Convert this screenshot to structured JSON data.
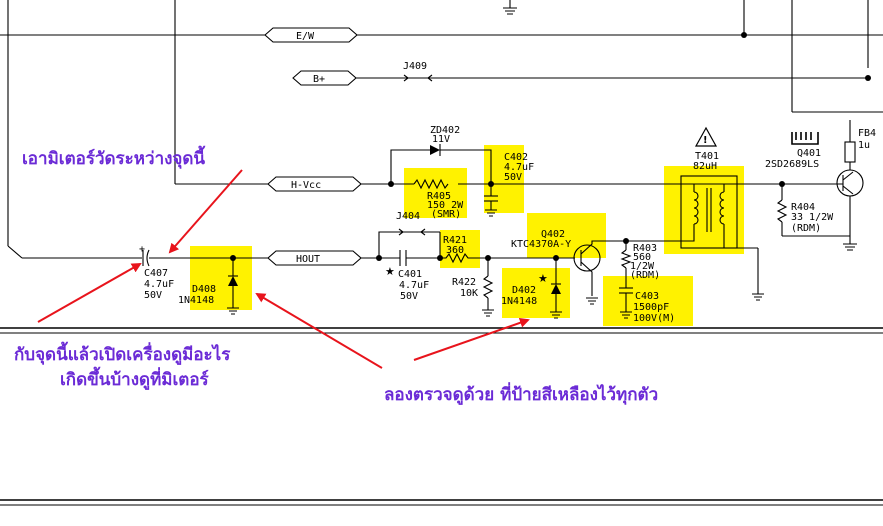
{
  "annotations": {
    "measure_between": "เอามิเตอร์วัดระหว่างจุดนี้",
    "with_this_point": "กับจุดนี้แล้วเปิดเครื่องดูมีอะไร",
    "look_at_meter": "เกิดขึ้นบ้างดูที่มิเตอร์",
    "check_yellow": "ลองตรวจดูด้วย ที่ป้ายสีเหลืองไว้ทุกตัว"
  },
  "nets": {
    "ew": "E/W",
    "bplus": "B+",
    "hvcc": "H-Vcc",
    "hout": "HOUT"
  },
  "jumpers": {
    "j409": "J409",
    "j404": "J404"
  },
  "components": {
    "zd402": {
      "ref": "ZD402",
      "value": "11V"
    },
    "c402": {
      "ref": "C402",
      "value": "4.7uF",
      "rating": "50V"
    },
    "r405": {
      "ref": "R405",
      "value": "150 2W",
      "note": "(SMR)"
    },
    "t401": {
      "ref": "T401",
      "value": "82uH"
    },
    "q401": {
      "ref": "Q401",
      "part": "2SD2689LS"
    },
    "fb4": {
      "ref": "FB4",
      "value": "1u"
    },
    "r404": {
      "ref": "R404",
      "value": "33 1/2W",
      "note": "(RDM)"
    },
    "c407": {
      "ref": "C407",
      "value": "4.7uF",
      "rating": "50V"
    },
    "d408": {
      "ref": "D408",
      "part": "1N4148"
    },
    "c401": {
      "ref": "C401",
      "value": "4.7uF",
      "rating": "50V"
    },
    "r421": {
      "ref": "R421",
      "value": "360"
    },
    "r422": {
      "ref": "R422",
      "value": "10K"
    },
    "q402": {
      "ref": "Q402",
      "part": "KTC4370A-Y"
    },
    "d402": {
      "ref": "D402",
      "part": "1N4148"
    },
    "r403": {
      "ref": "R403",
      "value": "560",
      "rating": "1/2W",
      "note": "(RDM)"
    },
    "c403": {
      "ref": "C403",
      "value": "1500pF",
      "rating": "100V(M)"
    }
  },
  "colors": {
    "highlight": "#fff200",
    "arrow": "#e8141c",
    "note_text": "#6b2bd6"
  }
}
